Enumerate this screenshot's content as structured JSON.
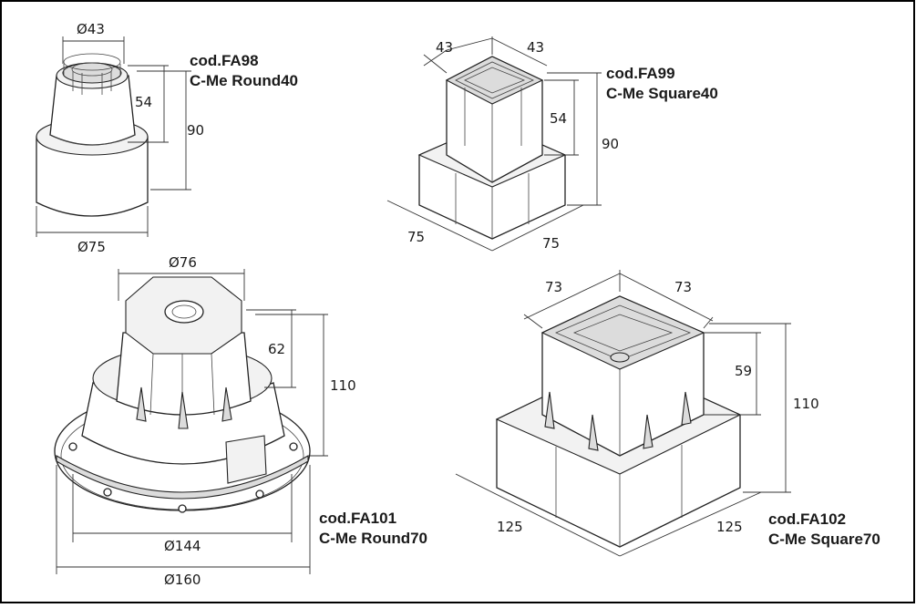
{
  "products": [
    {
      "code": "cod.FA98",
      "name": "C-Me Round40",
      "dims": {
        "top": "Ø43",
        "inner_height": "54",
        "total_height": "90",
        "base": "Ø75"
      }
    },
    {
      "code": "cod.FA99",
      "name": "C-Me Square40",
      "dims": {
        "top_left": "43",
        "top_right": "43",
        "inner_height": "54",
        "total_height": "90",
        "base_left": "75",
        "base_right": "75"
      }
    },
    {
      "code": "cod.FA101",
      "name": "C-Me Round70",
      "dims": {
        "top": "Ø76",
        "inner_height": "62",
        "total_height": "110",
        "base": "Ø144",
        "flange": "Ø160"
      }
    },
    {
      "code": "cod.FA102",
      "name": "C-Me Square70",
      "dims": {
        "top_left": "73",
        "top_right": "73",
        "inner_height": "59",
        "total_height": "110",
        "base_left": "125",
        "base_right": "125"
      }
    }
  ]
}
